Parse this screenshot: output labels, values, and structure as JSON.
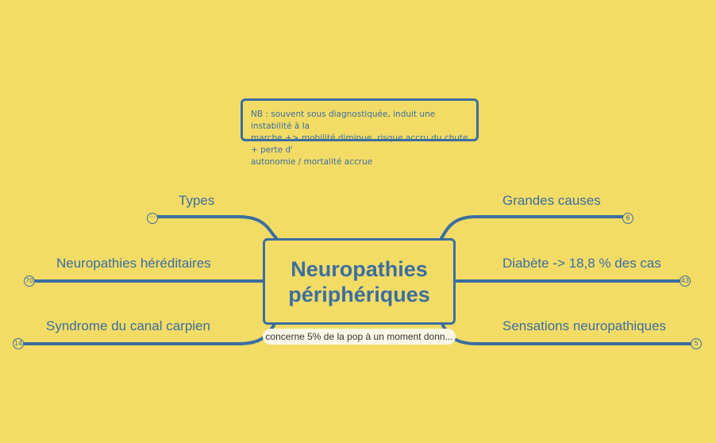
{
  "map": {
    "central_topic": {
      "line1": "Neuropathies",
      "line2": "périphériques",
      "summary": "concerne 5% de la pop à un moment donn..."
    },
    "note": {
      "line1": "NB : souvent sous diagnostiquée, induit une instabilité à la",
      "line2": "marche +> mobilité diminue, risque accru du chute + perte d'",
      "line3": "autonomie / mortalité accrue"
    },
    "branches": [
      {
        "label": "Types",
        "badge": "···"
      },
      {
        "label": "Neuropathies héréditaires",
        "badge": "70"
      },
      {
        "label": "Syndrome du canal carpien",
        "badge": "14"
      },
      {
        "label": "Grandes causes",
        "badge": "6"
      },
      {
        "label": "Diabète -> 18,8 % des cas",
        "badge": "43"
      },
      {
        "label": "Sensations neuropathiques",
        "badge": "5"
      }
    ]
  },
  "colors": {
    "background": "#f2dc66",
    "accent": "#3c6e9f"
  }
}
